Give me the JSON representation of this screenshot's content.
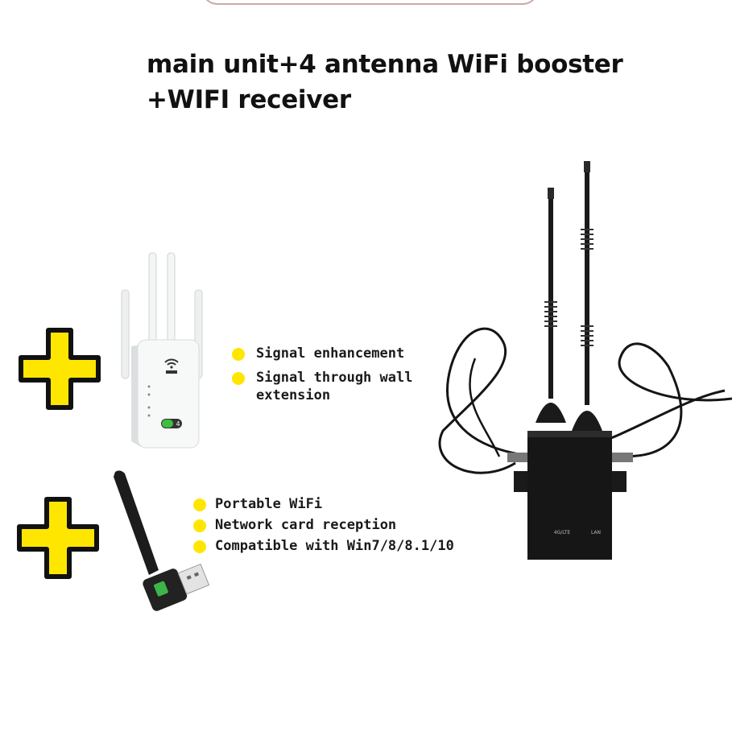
{
  "title": {
    "line1": "main unit+4 antenna WiFi booster",
    "line2": "+WIFI receiver"
  },
  "booster": {
    "features": [
      "Signal enhancement",
      "Signal through wall",
      "extension"
    ],
    "badge": "4"
  },
  "adapter": {
    "features": [
      "Portable WiFi",
      "Network card reception",
      "Compatible with Win7/8/8.1/10"
    ]
  },
  "router": {
    "port_labels": [
      "4G/LTE",
      "LAN"
    ]
  },
  "colors": {
    "plus": "#ffe600",
    "outline": "#111111",
    "bullet": "#ffe600"
  },
  "icons": [
    "plus-icon",
    "plus-icon",
    "wifi-booster-image",
    "usb-wifi-adapter-image",
    "router-image"
  ]
}
